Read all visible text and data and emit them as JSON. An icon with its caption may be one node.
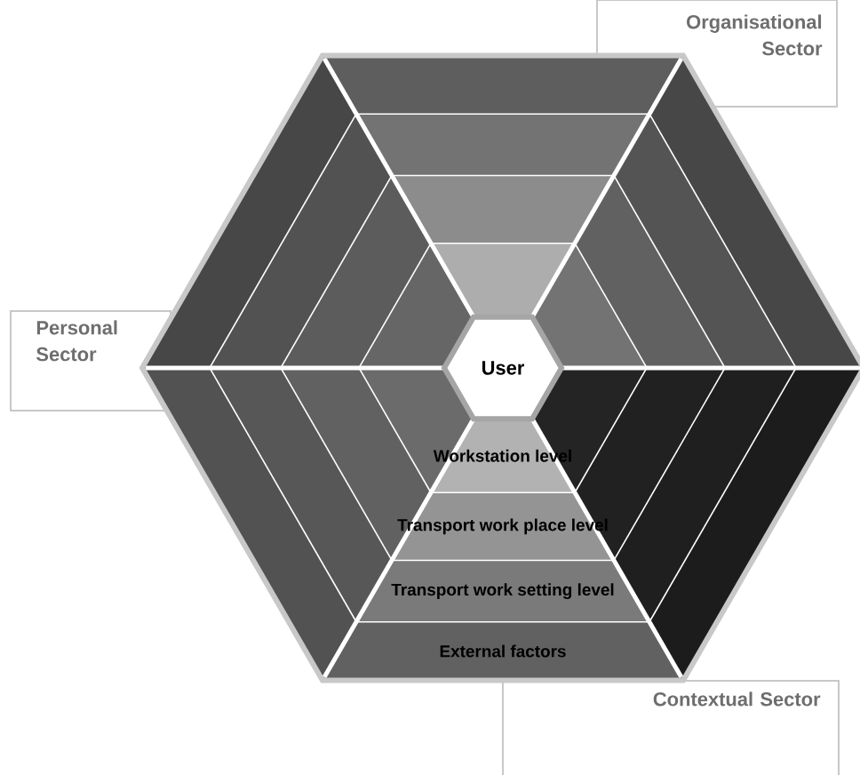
{
  "diagram": {
    "nodes": [
      {
        "text": [
          "Organisational Sector"
        ]
      },
      {
        "text": [
          "Personal Sector"
        ]
      },
      {
        "text": [
          "User"
        ]
      },
      {
        "text": [
          "Workstation level"
        ]
      },
      {
        "text": [
          "Transport work place level"
        ]
      },
      {
        "text": [
          "Transport work setting level"
        ]
      },
      {
        "text": [
          "External factors"
        ]
      },
      {
        "text": [
          "Contextual Sector"
        ]
      }
    ]
  }
}
